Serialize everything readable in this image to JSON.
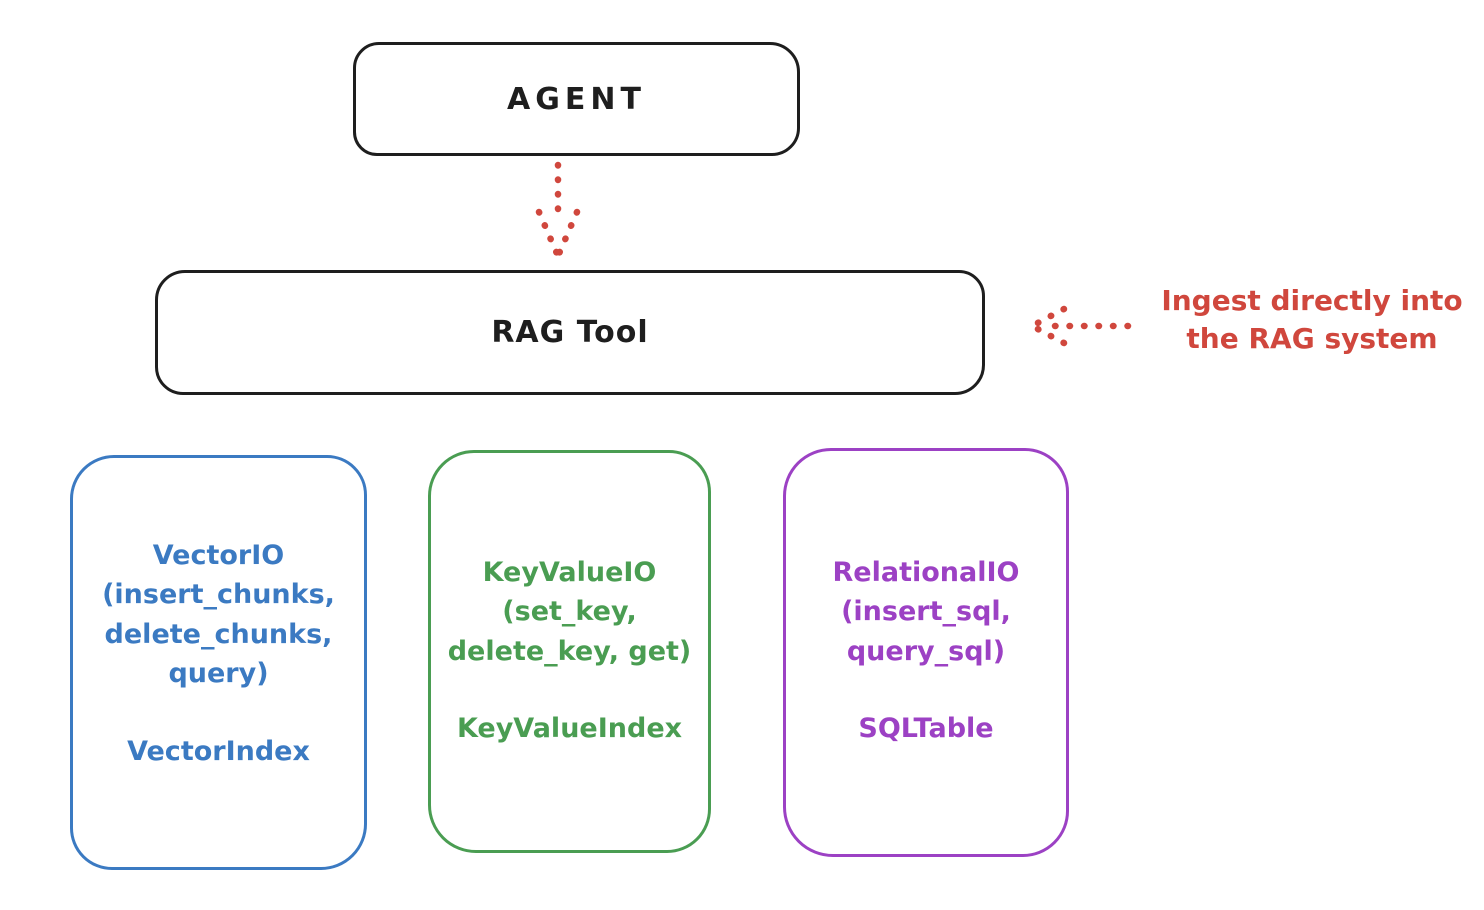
{
  "colors": {
    "ink": "#1e1e1e",
    "red": "#d0473d",
    "blue": "#3b7ac2",
    "green": "#4a9d52",
    "purple": "#9c41c4",
    "background": "#ffffff"
  },
  "agent": {
    "label": "AGENT"
  },
  "rag_tool": {
    "label": "RAG Tool"
  },
  "annotation": {
    "label": "Ingest directly into\nthe RAG system"
  },
  "arrows": [
    {
      "name": "agent-to-rag-tool",
      "style": "dotted",
      "direction": "down",
      "color": "#d0473d"
    },
    {
      "name": "annotation-to-rag-tool",
      "style": "dotted",
      "direction": "left",
      "color": "#d0473d"
    }
  ],
  "backends": [
    {
      "name": "vector-io",
      "label": "VectorIO\n(insert_chunks,\ndelete_chunks,\nquery)",
      "index_label": "VectorIndex",
      "color": "#3b7ac2"
    },
    {
      "name": "keyvalue-io",
      "label": "KeyValueIO\n(set_key,\ndelete_key, get)",
      "index_label": "KeyValueIndex",
      "color": "#4a9d52"
    },
    {
      "name": "relational-io",
      "label": "RelationalIO\n(insert_sql,\nquery_sql)",
      "index_label": "SQLTable",
      "color": "#9c41c4"
    }
  ]
}
